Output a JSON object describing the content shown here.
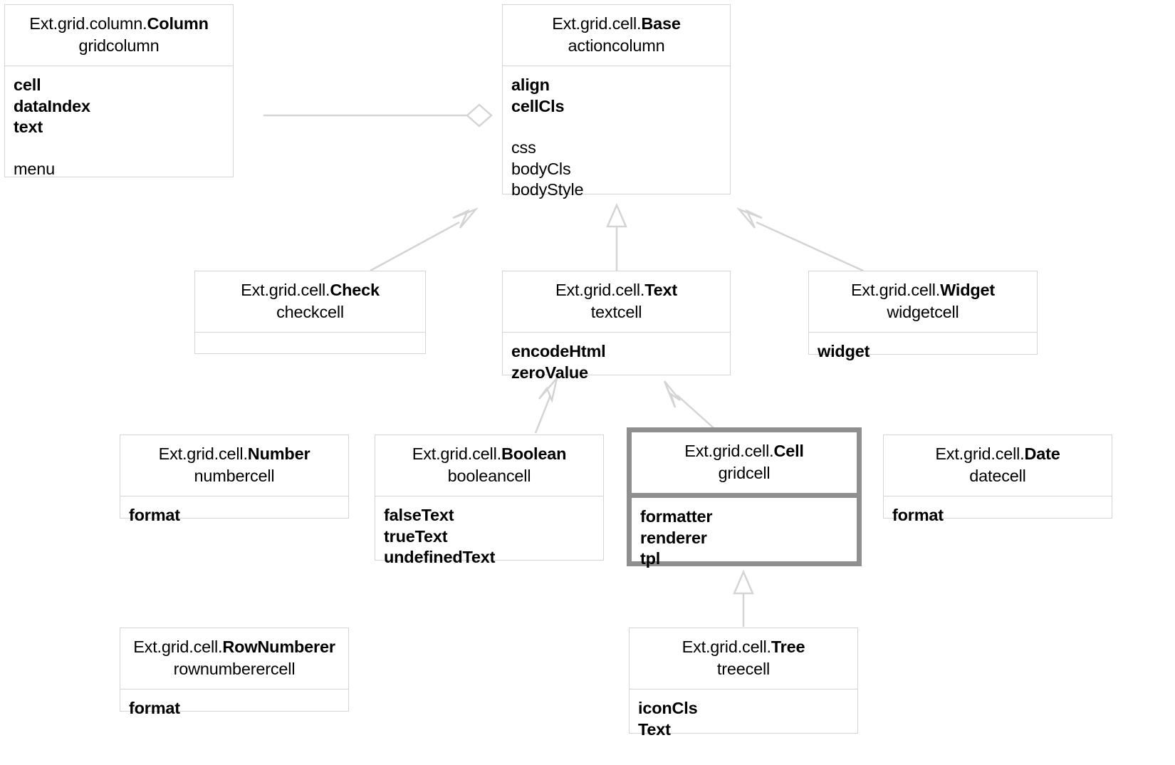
{
  "diagram": {
    "title": "Ext.grid.cell class hierarchy",
    "colors": {
      "box_border": "#d4d4d4",
      "highlight_border": "#8f8f8f",
      "edge": "#d4d4d4",
      "text": "#000000",
      "background": "#ffffff"
    }
  },
  "classes": {
    "column": {
      "namespace": "Ext.grid.column.",
      "short": "Column",
      "xtype": "gridcolumn",
      "members": [
        {
          "text": "cell",
          "bold": true
        },
        {
          "text": "dataIndex",
          "bold": true
        },
        {
          "text": "text",
          "bold": true
        },
        {
          "text": "",
          "bold": false
        },
        {
          "text": "menu",
          "bold": false
        }
      ]
    },
    "base": {
      "namespace": "Ext.grid.cell.",
      "short": "Base",
      "xtype": "actioncolumn",
      "members": [
        {
          "text": "align",
          "bold": true
        },
        {
          "text": "cellCls",
          "bold": true
        },
        {
          "text": "",
          "bold": false
        },
        {
          "text": "css",
          "bold": false
        },
        {
          "text": "bodyCls",
          "bold": false
        },
        {
          "text": "bodyStyle",
          "bold": false
        }
      ]
    },
    "check": {
      "namespace": "Ext.grid.cell.",
      "short": "Check",
      "xtype": "checkcell",
      "members": []
    },
    "text": {
      "namespace": "Ext.grid.cell.",
      "short": "Text",
      "xtype": "textcell",
      "members": [
        {
          "text": "encodeHtml",
          "bold": true
        },
        {
          "text": "zeroValue",
          "bold": true
        }
      ]
    },
    "widget": {
      "namespace": "Ext.grid.cell.",
      "short": "Widget",
      "xtype": "widgetcell",
      "members": [
        {
          "text": "widget",
          "bold": true
        }
      ]
    },
    "number": {
      "namespace": "Ext.grid.cell.",
      "short": "Number",
      "xtype": "numbercell",
      "members": [
        {
          "text": "format",
          "bold": true
        }
      ]
    },
    "boolean": {
      "namespace": "Ext.grid.cell.",
      "short": "Boolean",
      "xtype": "booleancell",
      "members": [
        {
          "text": "falseText",
          "bold": true
        },
        {
          "text": "trueText",
          "bold": true
        },
        {
          "text": "undefinedText",
          "bold": true
        }
      ]
    },
    "cell": {
      "namespace": "Ext.grid.cell.",
      "short": "Cell",
      "xtype": "gridcell",
      "members": [
        {
          "text": "formatter",
          "bold": true
        },
        {
          "text": "renderer",
          "bold": true
        },
        {
          "text": "tpl",
          "bold": true
        }
      ]
    },
    "date": {
      "namespace": "Ext.grid.cell.",
      "short": "Date",
      "xtype": "datecell",
      "members": [
        {
          "text": "format",
          "bold": true
        }
      ]
    },
    "rownumberer": {
      "namespace": "Ext.grid.cell.",
      "short": "RowNumberer",
      "xtype": "rownumberercell",
      "members": [
        {
          "text": "format",
          "bold": true
        }
      ]
    },
    "tree": {
      "namespace": "Ext.grid.cell.",
      "short": "Tree",
      "xtype": "treecell",
      "members": [
        {
          "text": "iconCls",
          "bold": true
        },
        {
          "text": "Text",
          "bold": true
        }
      ]
    }
  },
  "relations": [
    {
      "name": "column-aggregates-base",
      "type": "aggregation",
      "from": "column",
      "to": "base"
    },
    {
      "name": "check-extends-base",
      "type": "generalization",
      "from": "check",
      "to": "base"
    },
    {
      "name": "text-extends-base",
      "type": "generalization",
      "from": "text",
      "to": "base"
    },
    {
      "name": "widget-extends-base",
      "type": "generalization",
      "from": "widget",
      "to": "base"
    },
    {
      "name": "boolean-extends-text",
      "type": "generalization",
      "from": "boolean",
      "to": "text"
    },
    {
      "name": "cell-extends-text",
      "type": "generalization",
      "from": "cell",
      "to": "text"
    },
    {
      "name": "tree-extends-cell",
      "type": "generalization",
      "from": "tree",
      "to": "cell"
    }
  ]
}
